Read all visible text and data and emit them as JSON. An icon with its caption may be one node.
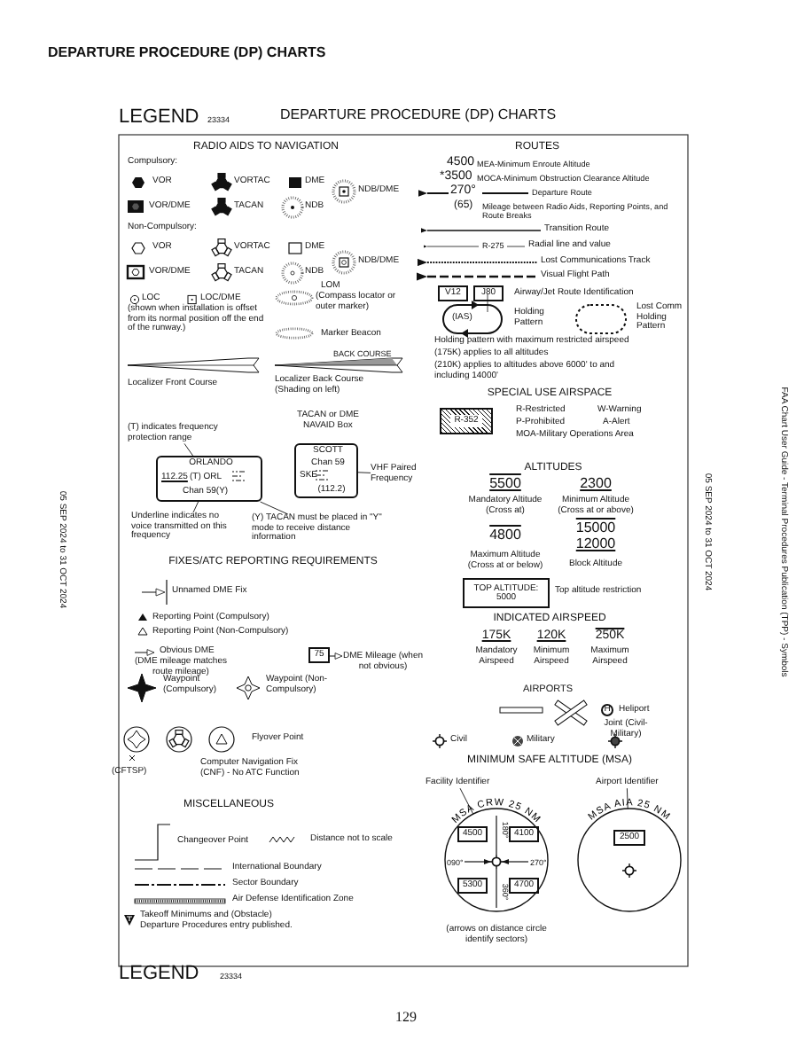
{
  "diagram": {
    "title": "DEPARTURE PROCEDURE (DP) CHARTS",
    "nodes": [
      {
        "text": [
          "(T) indicates frequency protection range"
        ]
      },
      {
        "text": [
          "ORLANDO",
          "112.25",
          "(T) ORL",
          "Chan 59(Y)"
        ]
      },
      {
        "text": [
          "SCOTT",
          "Chan 59",
          "SKE",
          "(112.2)"
        ]
      },
      {
        "text": [
          "VHF Paired Frequency"
        ]
      },
      {
        "text": [
          "Underline indicates no voice transmitted on this frequency"
        ]
      },
      {
        "text": [
          "(Y) TACAN must be placed in \"Y\" mode to receive distance information"
        ]
      },
      {
        "text": [
          "75"
        ]
      },
      {
        "text": [
          "V12"
        ]
      },
      {
        "text": [
          "J80"
        ]
      },
      {
        "text": [
          "R-352"
        ]
      },
      {
        "text": [
          "TOP ALTITUDE: 5000"
        ]
      },
      {
        "text": [
          "H"
        ]
      },
      {
        "text": [
          "Facility Identifier"
        ]
      },
      {
        "text": [
          "Airport Identifier"
        ]
      },
      {
        "text": [
          "MSA CRW 25 NM"
        ]
      },
      {
        "text": [
          "4500"
        ],
        "in": 14
      },
      {
        "text": [
          "4100"
        ],
        "in": 14
      },
      {
        "text": [
          "5300"
        ],
        "in": 14
      },
      {
        "text": [
          "4700"
        ],
        "in": 14
      },
      {
        "text": [
          "MSA AIA 25 NM"
        ]
      },
      {
        "text": [
          "2500"
        ],
        "in": 19
      }
    ],
    "edges": [
      {
        "from": 0,
        "to": 1,
        "arrow": "none"
      },
      {
        "from": 4,
        "to": 1,
        "arrow": "none"
      },
      {
        "from": 5,
        "to": 1,
        "arrow": "none"
      },
      {
        "from": 3,
        "to": 2,
        "arrow": "none"
      },
      {
        "from": 12,
        "to": 14,
        "arrow": "none"
      },
      {
        "from": 13,
        "to": 19,
        "arrow": "none"
      }
    ],
    "labels": [
      "LEGEND",
      "23334",
      "DEPARTURE PROCEDURE (DP) CHARTS",
      "RADIO AIDS TO NAVIGATION",
      "Compulsory:",
      "VOR",
      "VORTAC",
      "DME",
      "NDB/DME",
      "VOR/DME",
      "TACAN",
      "NDB",
      "Non-Compulsory:",
      "VOR",
      "VORTAC",
      "DME",
      "NDB/DME",
      "VOR/DME",
      "TACAN",
      "NDB",
      "LOC",
      "LOC/DME",
      "LOM",
      "(Compass locator or outer marker)",
      "(shown when installation is offset from its normal position off the end of the runway.)",
      "Marker Beacon",
      "BACK COURSE",
      "Localizer Front Course",
      "Localizer Back Course (Shading on left)",
      "TACAN or DME NAVAID Box",
      "FIXES/ATC REPORTING REQUIREMENTS",
      "Unnamed DME Fix",
      "Reporting Point (Compulsory)",
      "Reporting Point (Non-Compulsory)",
      "Obvious DME",
      "(DME mileage matches route mileage)",
      "DME Mileage (when not obvious)",
      "Waypoint (Compulsory)",
      "Waypoint (Non-Compulsory)",
      "Flyover Point",
      "(CFTSP)",
      "Computer Navigation Fix (CNF) - No ATC Function",
      "MISCELLANEOUS",
      "Changeover Point",
      "Distance not to scale",
      "International Boundary",
      "Sector Boundary",
      "Air Defense Identification Zone",
      "Takeoff Minimums and (Obstacle) Departure Procedures entry published.",
      "LEGEND",
      "23334",
      "129",
      "05 SEP 2024 to 31 OCT 2024",
      "ROUTES",
      "4500",
      "MEA-Minimum Enroute Altitude",
      "*3500",
      "MOCA-Minimum Obstruction Clearance Altitude",
      "270°",
      "Departure Route",
      "(65)",
      "Mileage between Radio Aids, Reporting Points, and Route Breaks",
      "Transition Route",
      "R-275",
      "Radial line and value",
      "Lost Communications Track",
      "Visual Flight Path",
      "Airway/Jet Route Identification",
      "(IAS)",
      "Holding Pattern",
      "Lost Comm Holding Pattern",
      "Holding pattern with maximum restricted airspeed",
      "(175K) applies to all altitudes",
      "(210K) applies to altitudes above 6000' to and including 14000'",
      "SPECIAL USE AIRSPACE",
      "R-Restricted",
      "W-Warning",
      "P-Prohibited",
      "A-Alert",
      "MOA-Military Operations Area",
      "ALTITUDES",
      "5500",
      "2300",
      "Mandatory Altitude (Cross at)",
      "Minimum Altitude (Cross at or above)",
      "4800",
      "15000",
      "12000",
      "Maximum Altitude (Cross at or below)",
      "Block Altitude",
      "Top altitude restriction",
      "INDICATED AIRSPEED",
      "175K",
      "120K",
      "250K",
      "Mandatory Airspeed",
      "Minimum Airspeed",
      "Maximum Airspeed",
      "AIRPORTS",
      "Heliport",
      "Civil",
      "Military",
      "Joint (Civil-Military)",
      "MINIMUM SAFE ALTITUDE (MSA)",
      "090°",
      "270°",
      "180°",
      "360°",
      "(arrows on distance circle identify sectors)",
      "05 SEP 2024 to 31 OCT 2024",
      "FAA Chart User Guide - Terminal Procedures Publication (TPP) - Symbols"
    ]
  }
}
